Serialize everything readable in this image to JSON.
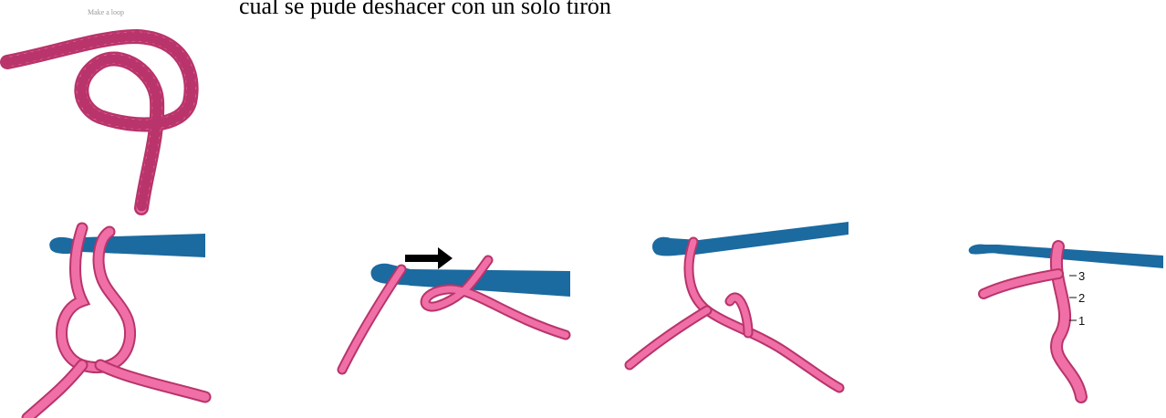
{
  "caption": "cual se pude deshacer con un solo tirón",
  "figures": [
    {
      "id": "loop",
      "label": "Make a loop"
    },
    {
      "id": "hook-loop"
    },
    {
      "id": "yarn-over"
    },
    {
      "id": "pull-through"
    },
    {
      "id": "chain-stitches",
      "numbers": [
        "3",
        "2",
        "1"
      ]
    }
  ],
  "colors": {
    "yarn": "#f06fa6",
    "yarn_stroke": "#b8346a",
    "hook": "#1b6aa0",
    "arrow": "#000000"
  }
}
